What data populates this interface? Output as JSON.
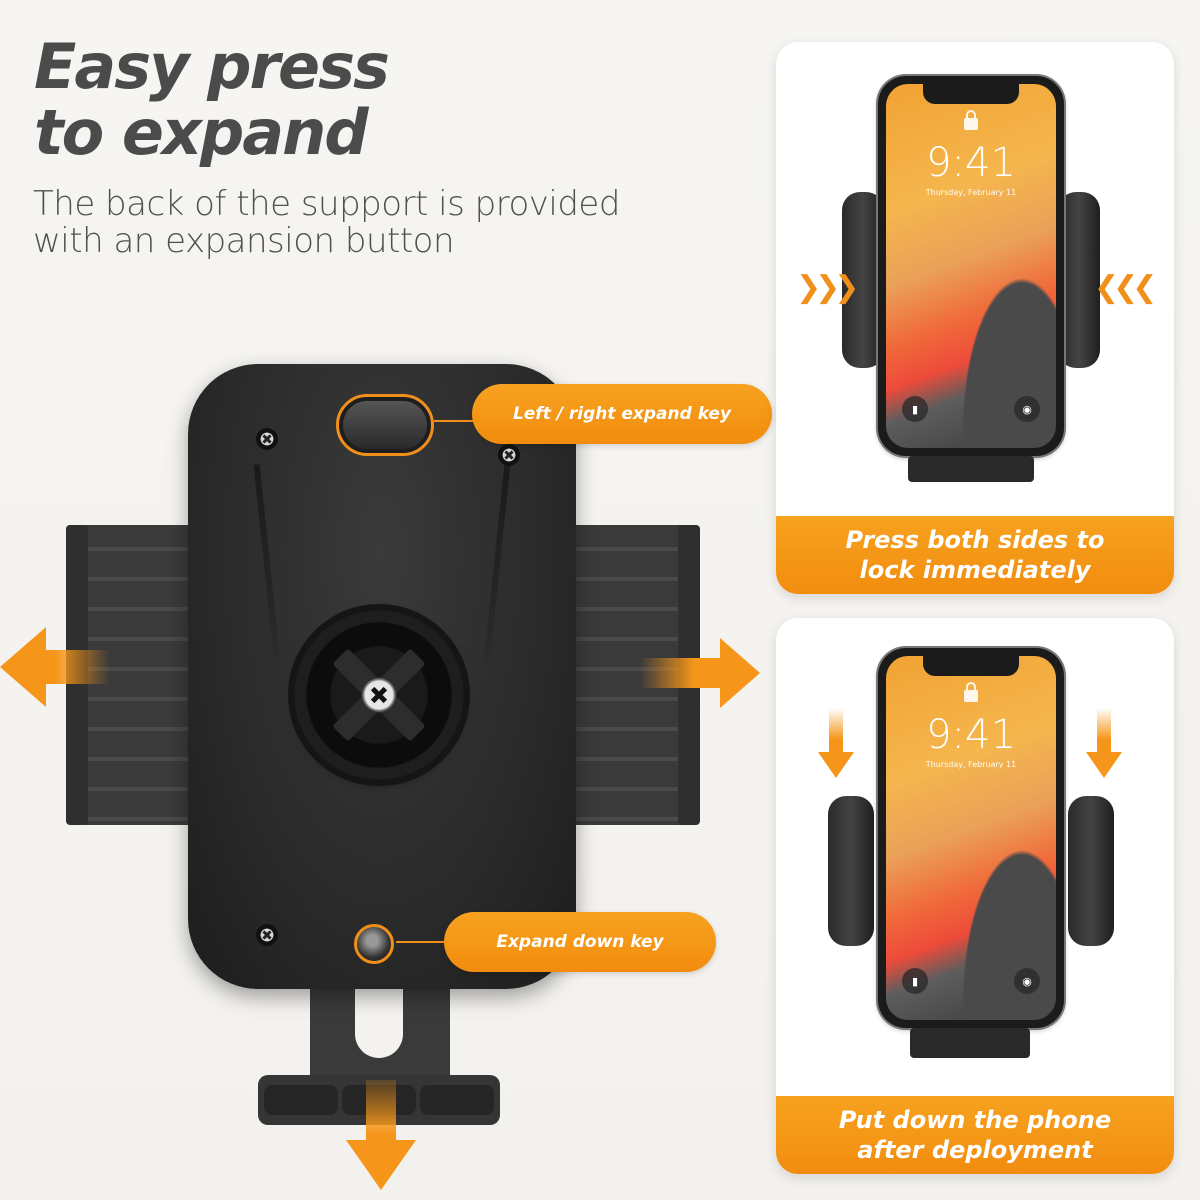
{
  "header": {
    "title_line1": "Easy press",
    "title_line2": "to expand",
    "subtitle_line1": "The back of the support is provided",
    "subtitle_line2": "with an expansion button"
  },
  "product": {
    "callouts": {
      "left_right_key": "Left / right expand key",
      "down_key": "Expand down key"
    },
    "arrows": [
      "arrow-left",
      "arrow-right",
      "arrow-down"
    ]
  },
  "cards": [
    {
      "phone": {
        "time": "9:41",
        "date": "Thursday, February 11"
      },
      "indicator": "inward-chevrons",
      "caption_line1": "Press both sides to",
      "caption_line2": "lock immediately"
    },
    {
      "phone": {
        "time": "9:41",
        "date": "Thursday, February 11"
      },
      "indicator": "down-arrows",
      "caption_line1": "Put down the phone",
      "caption_line2": "after deployment"
    }
  ],
  "colors": {
    "accent_orange": "#f28c0f",
    "accent_orange_light": "#f7a21f",
    "text_dark": "#4b4b4b",
    "background": "#f5f3ef",
    "device_black": "#2a2a2a"
  }
}
